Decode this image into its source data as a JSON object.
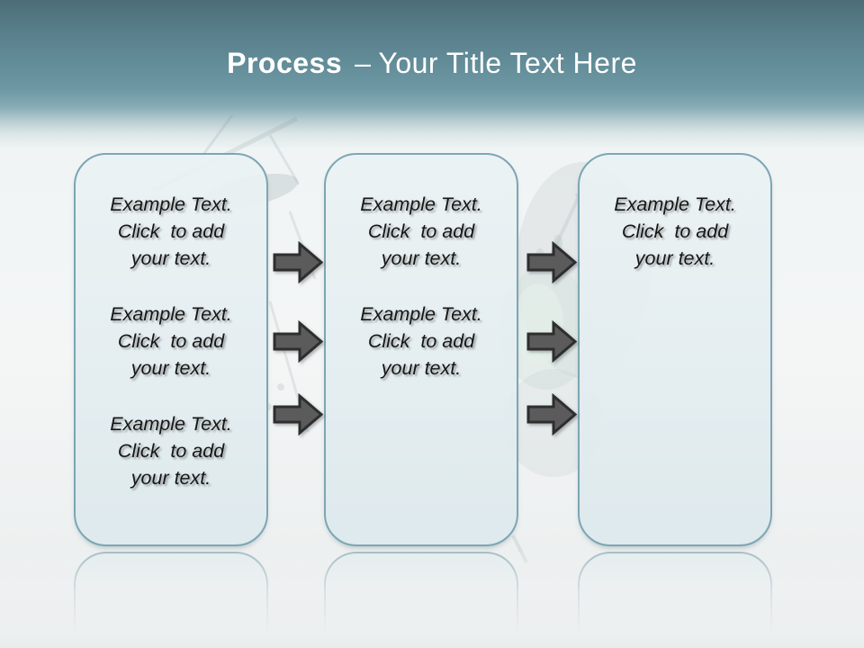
{
  "slide_title": {
    "keyword": "Process",
    "separator": "–",
    "rest": "Your Title Text Here"
  },
  "boxes": [
    {
      "name": "step-1",
      "blocks": [
        "Example Text.\nClick  to add\nyour text.",
        "Example Text.\nClick  to add\nyour text.",
        "Example Text.\nClick  to add\nyour text."
      ]
    },
    {
      "name": "step-2",
      "blocks": [
        "Example Text.\nClick  to add\nyour text.",
        "Example Text.\nClick  to add\nyour text."
      ]
    },
    {
      "name": "step-3",
      "blocks": [
        "Example Text.\nClick  to add\nyour text."
      ]
    }
  ],
  "icons": {
    "arrow": "right-block-arrow"
  },
  "colors": {
    "header_top": "#4d6d78",
    "header_mid": "#6c97a3",
    "page_bg": "#eff2f2",
    "box_fill": "#e2ecef",
    "box_border": "#7ca6b4",
    "arrow_fill": "#5b5b5b",
    "arrow_outline": "#2e2e2e",
    "title_color": "#ffffff",
    "body_text": "#161616"
  }
}
